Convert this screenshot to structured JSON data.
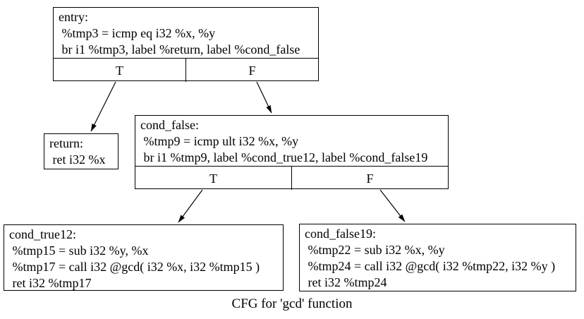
{
  "caption": "CFG for 'gcd' function",
  "colors": {
    "background": "#ffffff",
    "node_fill": "#ffffff",
    "border": "#000000",
    "text": "#000000"
  },
  "nodes": {
    "entry": {
      "title": "entry:",
      "lines": [
        " %tmp3 = icmp eq i32 %x, %y",
        " br i1 %tmp3, label %return, label %cond_false"
      ],
      "true_label": "T",
      "false_label": "F"
    },
    "return": {
      "title": "return:",
      "lines": [
        " ret i32 %x"
      ]
    },
    "cond_false": {
      "title": "cond_false:",
      "lines": [
        " %tmp9 = icmp ult i32 %x, %y",
        " br i1 %tmp9, label %cond_true12, label %cond_false19"
      ],
      "true_label": "T",
      "false_label": "F"
    },
    "cond_true12": {
      "title": "cond_true12:",
      "lines": [
        " %tmp15 = sub i32 %y, %x",
        " %tmp17 = call i32 @gcd( i32 %x, i32 %tmp15 )",
        " ret i32 %tmp17"
      ]
    },
    "cond_false19": {
      "title": "cond_false19:",
      "lines": [
        " %tmp22 = sub i32 %x, %y",
        " %tmp24 = call i32 @gcd( i32 %tmp22, i32 %y )",
        " ret i32 %tmp24"
      ]
    }
  },
  "edges": [
    {
      "from": "entry",
      "branch": "T",
      "to": "return"
    },
    {
      "from": "entry",
      "branch": "F",
      "to": "cond_false"
    },
    {
      "from": "cond_false",
      "branch": "T",
      "to": "cond_true12"
    },
    {
      "from": "cond_false",
      "branch": "F",
      "to": "cond_false19"
    }
  ]
}
